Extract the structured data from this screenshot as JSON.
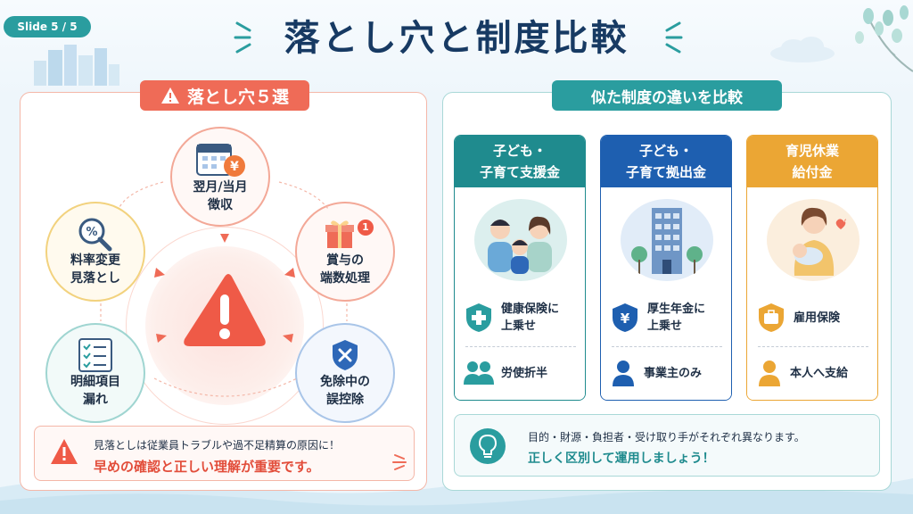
{
  "slide_badge": "Slide 5 / 5",
  "title": "落とし穴と制度比較",
  "left": {
    "header": "落とし穴５選",
    "items": [
      {
        "l1": "翌月/当月",
        "l2": "徴収",
        "icon": "calendar-yen-icon"
      },
      {
        "l1": "賞与の",
        "l2": "端数処理",
        "icon": "gift-icon",
        "badge": "1"
      },
      {
        "l1": "免除中の",
        "l2": "誤控除",
        "icon": "shield-x-icon"
      },
      {
        "l1": "明細項目",
        "l2": "漏れ",
        "icon": "checklist-icon"
      },
      {
        "l1": "料率変更",
        "l2": "見落とし",
        "icon": "magnifier-percent-icon"
      }
    ],
    "note_line1": "見落としは従業員トラブルや過不足精算の原因に！",
    "note_line2": "早めの確認と正しい理解が重要です。"
  },
  "right": {
    "header": "似た制度の違いを比較",
    "columns": [
      {
        "h1": "子ども・",
        "h2": "子育て支援金",
        "color": "#1f8b8e",
        "r1a": "健康保険に",
        "r1b": "上乗せ",
        "r2": "労使折半",
        "icon1": "shield-plus-icon",
        "icon2": "people-icon"
      },
      {
        "h1": "子ども・",
        "h2": "子育て拠出金",
        "color": "#1e5fb0",
        "r1a": "厚生年金に",
        "r1b": "上乗せ",
        "r2": "事業主のみ",
        "icon1": "shield-yen-icon",
        "icon2": "person-icon"
      },
      {
        "h1": "育児休業",
        "h2": "給付金",
        "color": "#eba634",
        "r1a": "雇用保険",
        "r1b": "",
        "r2": "本人へ支給",
        "icon1": "briefcase-icon",
        "icon2": "person-icon"
      }
    ],
    "note_line1": "目的・財源・負担者・受け取り手がそれぞれ異なります。",
    "note_line2": "正しく区別して運用しましょう！"
  }
}
